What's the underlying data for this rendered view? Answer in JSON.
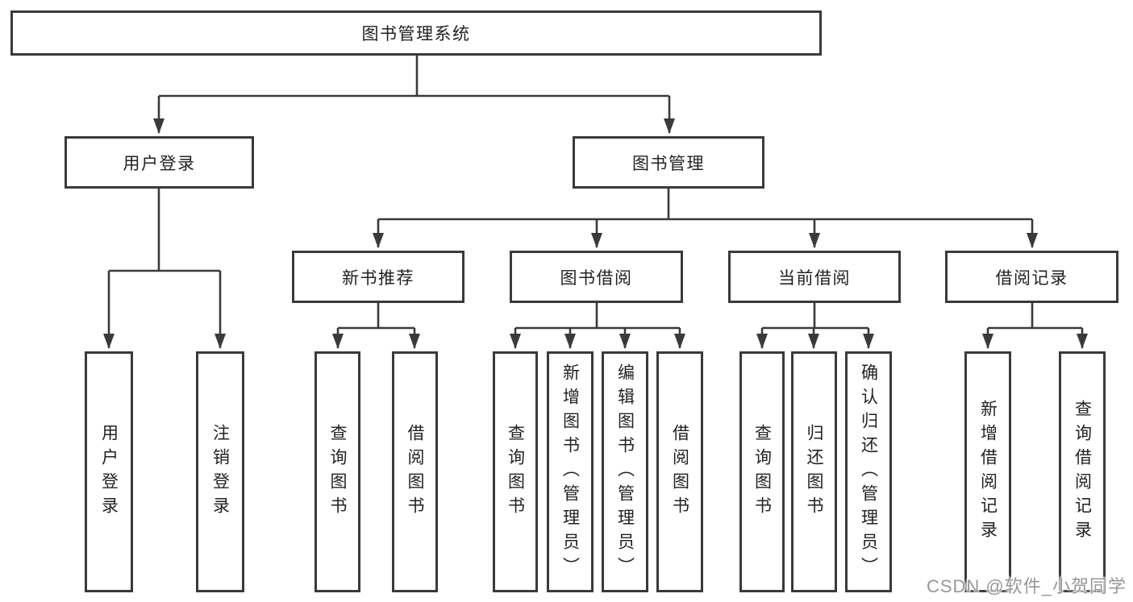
{
  "diagram": {
    "root": {
      "label": "图书管理系统"
    },
    "branches": [
      {
        "label": "用户登录",
        "children": [
          {
            "label": "用户登录"
          },
          {
            "label": "注销登录"
          }
        ]
      },
      {
        "label": "图书管理",
        "children": [
          {
            "label": "新书推荐",
            "children": [
              {
                "label": "查询图书"
              },
              {
                "label": "借阅图书"
              }
            ]
          },
          {
            "label": "图书借阅",
            "children": [
              {
                "label": "查询图书"
              },
              {
                "label": "新增图书（管理员）"
              },
              {
                "label": "编辑图书（管理员）"
              },
              {
                "label": "借阅图书"
              }
            ]
          },
          {
            "label": "当前借阅",
            "children": [
              {
                "label": "查询图书"
              },
              {
                "label": "归还图书"
              },
              {
                "label": "确认归还（管理员）"
              }
            ]
          },
          {
            "label": "借阅记录",
            "children": [
              {
                "label": "新增借阅记录"
              },
              {
                "label": "查询借阅记录"
              }
            ]
          }
        ]
      }
    ],
    "watermark": "CSDN @软件_小贺同学",
    "colors": {
      "line": "#3a3a3a",
      "text": "#222222",
      "watermark": "#979797",
      "background": "#ffffff"
    }
  }
}
